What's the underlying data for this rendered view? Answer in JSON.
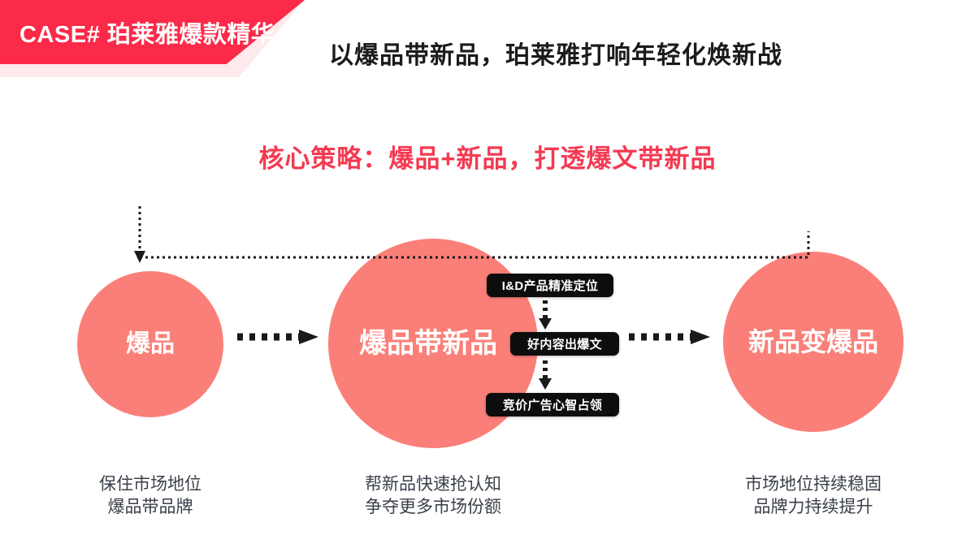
{
  "colors": {
    "banner_red": "#fa2a48",
    "banner_pink": "#fdeaec",
    "circle_salmon": "#fa7f78",
    "headline_red": "#f43a52",
    "pill_black": "#0d0d0d",
    "title_dark": "#1b1b1b",
    "caption_gray": "#3a3f4a"
  },
  "header": {
    "banner_label": "CASE# 珀莱雅爆款精华",
    "main_title": "以爆品带新品，珀莱雅打响年轻化焕新战"
  },
  "strategy": {
    "headline": "核心策略：爆品+新品，打透爆文带新品"
  },
  "diagram": {
    "stages": [
      {
        "circle_label": "爆品",
        "caption_lines": [
          "保住市场地位",
          "爆品带品牌"
        ]
      },
      {
        "circle_label": "爆品带新品",
        "caption_lines": [
          "帮新品快速抢认知",
          "争夺更多市场份额"
        ]
      },
      {
        "circle_label": "新品变爆品",
        "caption_lines": [
          "市场地位持续稳固",
          "品牌力持续提升"
        ]
      }
    ],
    "pills": [
      {
        "label": "I&D产品精准定位"
      },
      {
        "label": "好内容出爆文"
      },
      {
        "label": "竞价广告心智占领"
      }
    ],
    "arrows": {
      "horizontal_1": "dotted-arrow-right-icon",
      "horizontal_2": "dotted-arrow-right-icon",
      "vertical_1": "dotted-arrow-down-icon",
      "vertical_2": "dotted-arrow-down-icon",
      "feedback_loop": "dotted-feedback-loop-arrow-icon"
    }
  }
}
